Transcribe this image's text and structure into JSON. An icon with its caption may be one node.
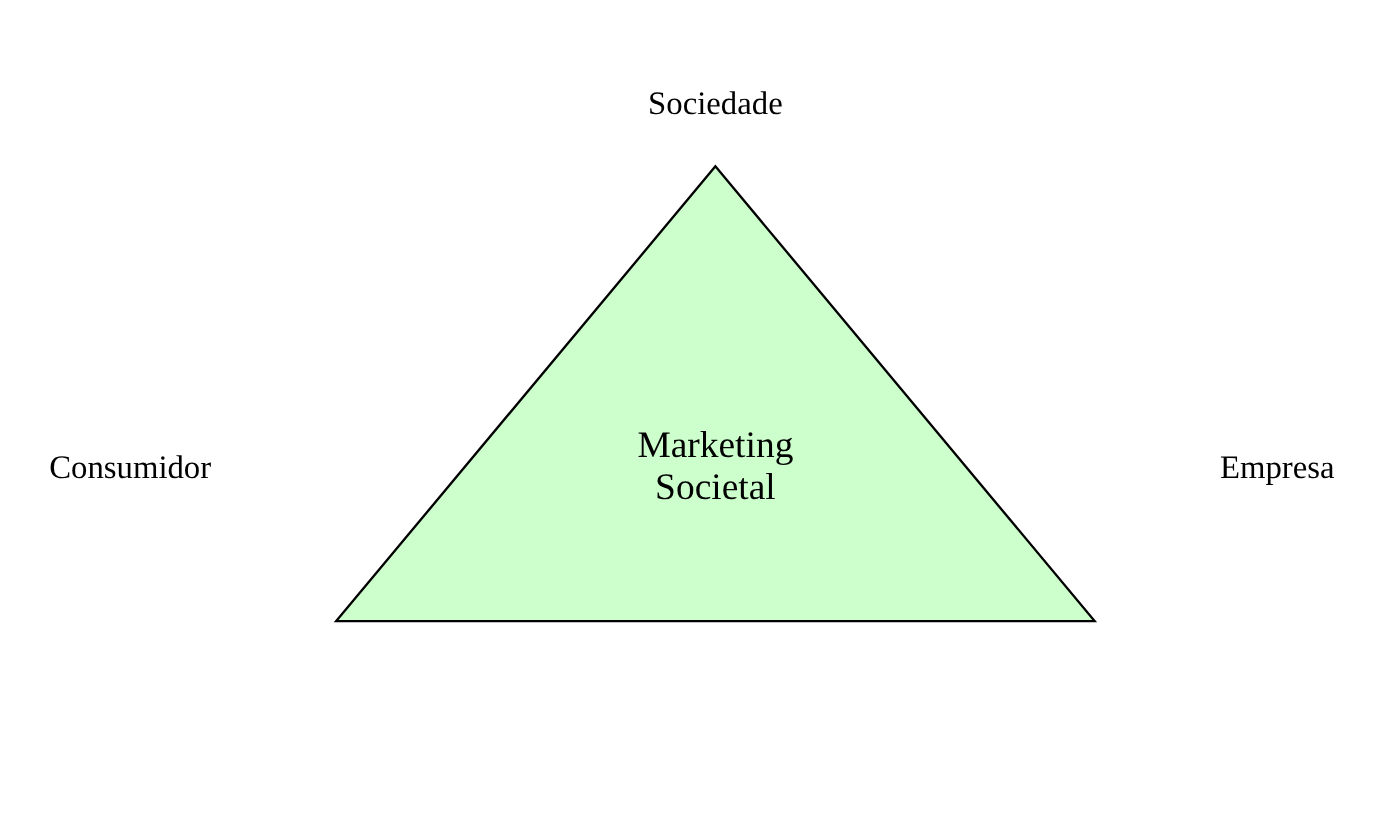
{
  "diagram": {
    "nodes": [
      {
        "text": [
          "Marketing Societal"
        ]
      }
    ],
    "labels": [
      "Sociedade",
      "Empresa",
      "Consumidor"
    ]
  }
}
